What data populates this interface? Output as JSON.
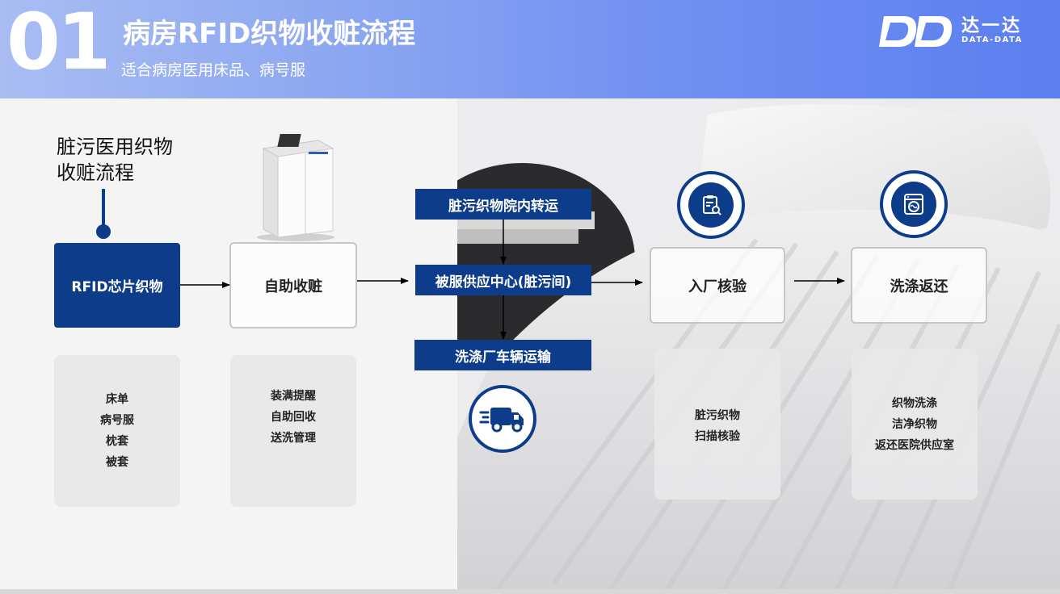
{
  "header": {
    "number": "01",
    "title": "病房RFID织物收赃流程",
    "subtitle": "适合病房医用床品、病号服",
    "logo_cn": "达一达",
    "logo_en": "DATA-DATA"
  },
  "intro": {
    "line1": "脏污医用织物",
    "line2": "收赃流程"
  },
  "flow": {
    "rfid": "RFID芯片织物",
    "self_collect": "自助收赃",
    "transfer": "脏污织物院内转运",
    "supply_center": "被服供应中心(脏污间)",
    "transport": "洗涤厂车辆运输",
    "check_in": "入厂核验",
    "wash_return": "洗涤返还"
  },
  "cards": {
    "rfid_items": [
      "床单",
      "病号服",
      "枕套",
      "被套"
    ],
    "self_items": [
      "装满提醒",
      "自助回收",
      "送洗管理"
    ],
    "check_items": [
      "脏污织物",
      "扫描核验"
    ],
    "wash_items": [
      "织物洗涤",
      "洁净织物",
      "返还医院供应室"
    ]
  },
  "colors": {
    "primary": "#0d3c8a",
    "header_start": "#a9bdf3",
    "header_end": "#5b7ff0"
  },
  "icons": {
    "truck": "truck-icon",
    "clipboard": "clipboard-search-icon",
    "washer": "washing-machine-icon",
    "machine": "collection-machine-icon",
    "logo": "dd-logo-icon"
  }
}
